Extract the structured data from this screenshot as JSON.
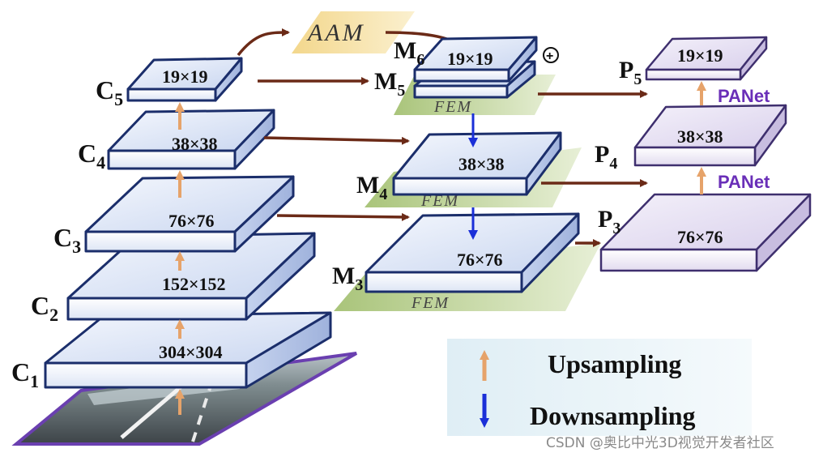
{
  "backbone": {
    "c1": {
      "label": "C",
      "sub": "1",
      "dim": "304×304"
    },
    "c2": {
      "label": "C",
      "sub": "2",
      "dim": "152×152"
    },
    "c3": {
      "label": "C",
      "sub": "3",
      "dim": "76×76"
    },
    "c4": {
      "label": "C",
      "sub": "4",
      "dim": "38×38"
    },
    "c5": {
      "label": "C",
      "sub": "5",
      "dim": "19×19"
    }
  },
  "middle": {
    "m6": {
      "label": "M",
      "sub": "6",
      "dim": "19×19"
    },
    "m5": {
      "label": "M",
      "sub": "5"
    },
    "m4": {
      "label": "M",
      "sub": "4",
      "dim": "38×38"
    },
    "m3": {
      "label": "M",
      "sub": "3",
      "dim": "76×76"
    },
    "fem": "FEM",
    "aam": "AAM",
    "plus": "+"
  },
  "pyramid": {
    "p5": {
      "label": "P",
      "sub": "5",
      "dim": "19×19"
    },
    "p4": {
      "label": "P",
      "sub": "4",
      "dim": "38×38"
    },
    "p3": {
      "label": "P",
      "sub": "3",
      "dim": "76×76"
    },
    "panet_top": "PANet",
    "panet_bottom": "PANet"
  },
  "legend": {
    "upsampling": "Upsampling",
    "downsampling": "Downsampling"
  },
  "watermark": "CSDN @奥比中光3D视觉开发者社区",
  "colors": {
    "slab_top": "#dfe7f8",
    "slab_front": "#eef2fb",
    "slab_edge": "#1b2e6b",
    "pyramid_top": "#e6e0f2",
    "pyramid_edge": "#3e2f6e",
    "fem_green": "#b9cf8c",
    "aam_yellow": "#f6dfa0",
    "arrow_brown": "#6b2a17",
    "arrow_orange": "#e6a36a",
    "arrow_blue": "#1a2fd8",
    "panet_purple": "#6a2fb8",
    "legend_bg": "#eaf3f8"
  },
  "icons": [
    "upsampling-arrow-icon",
    "downsampling-arrow-icon",
    "plus-circle-icon"
  ]
}
